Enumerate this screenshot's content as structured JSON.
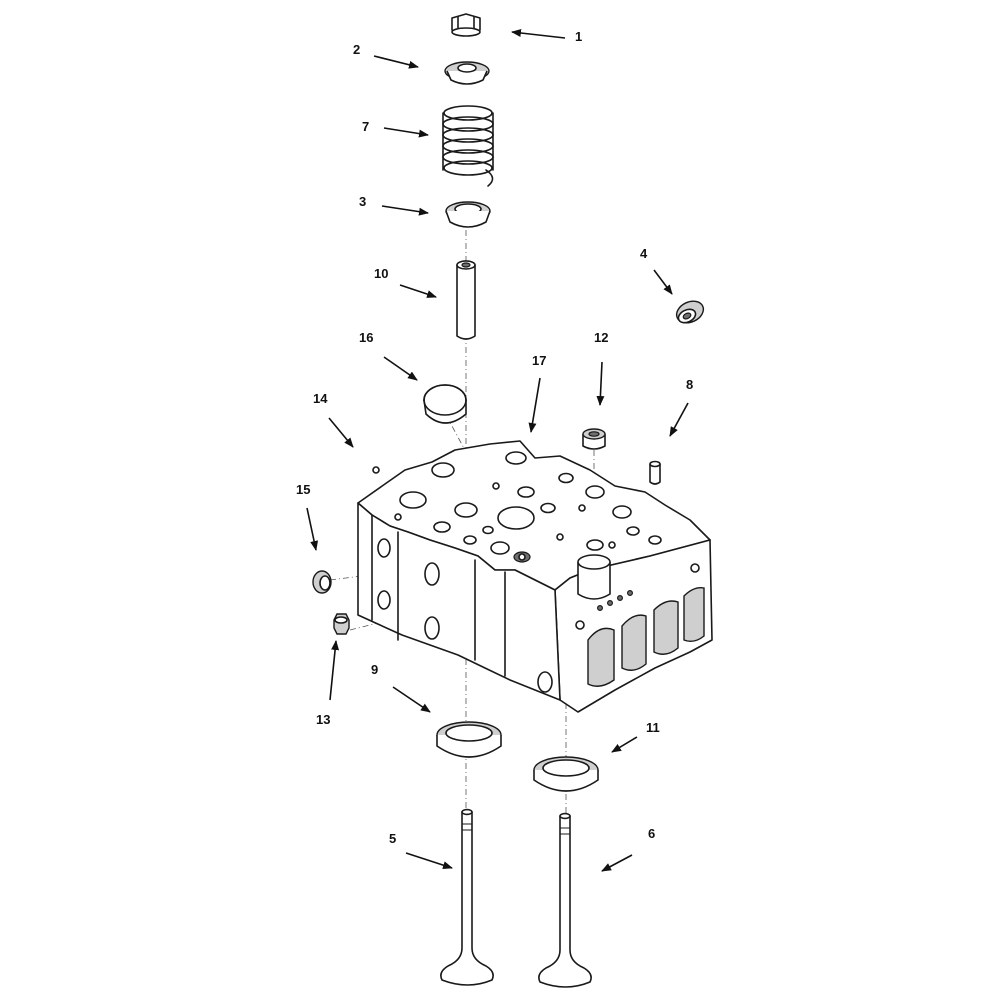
{
  "diagram": {
    "callouts": [
      {
        "id": "1",
        "label": "1"
      },
      {
        "id": "2",
        "label": "2"
      },
      {
        "id": "3",
        "label": "3"
      },
      {
        "id": "4",
        "label": "4"
      },
      {
        "id": "5",
        "label": "5"
      },
      {
        "id": "6",
        "label": "6"
      },
      {
        "id": "7",
        "label": "7"
      },
      {
        "id": "8",
        "label": "8"
      },
      {
        "id": "9",
        "label": "9"
      },
      {
        "id": "10",
        "label": "10"
      },
      {
        "id": "11",
        "label": "11"
      },
      {
        "id": "12",
        "label": "12"
      },
      {
        "id": "13",
        "label": "13"
      },
      {
        "id": "14",
        "label": "14"
      },
      {
        "id": "15",
        "label": "15"
      },
      {
        "id": "16",
        "label": "16"
      },
      {
        "id": "17",
        "label": "17"
      }
    ],
    "colors": {
      "line": "#1a1a1a",
      "shade": "#cfcfcf",
      "background": "#ffffff"
    }
  }
}
